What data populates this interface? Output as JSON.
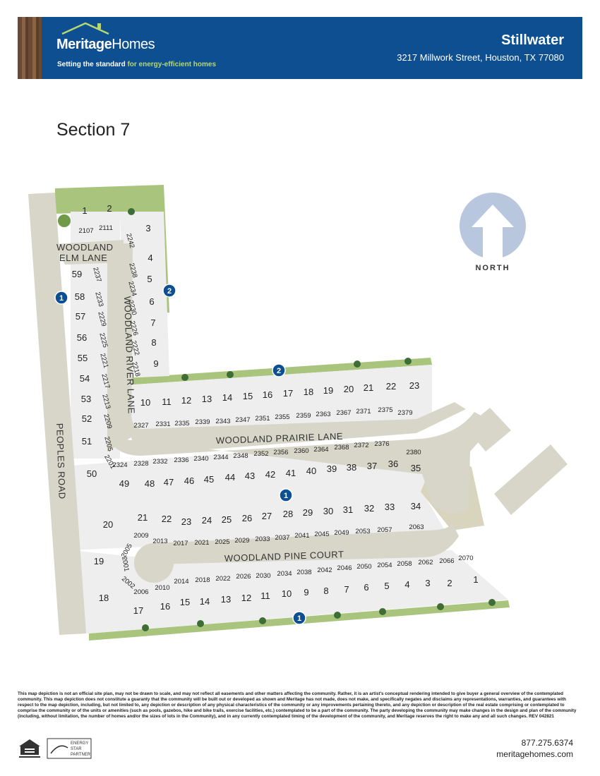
{
  "header": {
    "brand_primary": "Meritage",
    "brand_secondary": "Homes",
    "tagline_a": "Setting the standard ",
    "tagline_b": "for energy-efficient homes",
    "community_name": "Stillwater",
    "community_address": "3217 Millwork Street, Houston, TX 77080"
  },
  "page": {
    "section_title": "Section 7"
  },
  "map": {
    "north_label": "NORTH",
    "roads": [
      {
        "key": "peoples",
        "label": "PEOPLES ROAD"
      },
      {
        "key": "elm1",
        "label": "WOODLAND"
      },
      {
        "key": "elm2",
        "label": "ELM LANE"
      },
      {
        "key": "river",
        "label": "WOODLAND RIVER LANE"
      },
      {
        "key": "prairie",
        "label": "WOODLAND PRAIRIE LANE"
      },
      {
        "key": "pine",
        "label": "WOODLAND PINE COURT"
      }
    ],
    "markers": [
      "1",
      "2",
      "2",
      "1",
      "1"
    ],
    "colors": {
      "road": "#d7d6c8",
      "lot_fill": "#eeeeee",
      "lot_stroke": "#ffffff",
      "green": "#a9c47d",
      "amenity": "#d8d4bd",
      "marker": "#0d4f91",
      "north_icon": "#b8c7de"
    },
    "lots": [
      {
        "number": "1",
        "address": "2107"
      },
      {
        "number": "2",
        "address": "2111"
      },
      {
        "number": "3",
        "address": "2242"
      },
      {
        "number": "4",
        "address": "2238"
      },
      {
        "number": "5",
        "address": "2234"
      },
      {
        "number": "6",
        "address": "2230"
      },
      {
        "number": "7",
        "address": "2226"
      },
      {
        "number": "8",
        "address": "2222"
      },
      {
        "number": "9",
        "address": "2218"
      },
      {
        "number": "59",
        "address": "2237"
      },
      {
        "number": "58",
        "address": "2233"
      },
      {
        "number": "57",
        "address": "2229"
      },
      {
        "number": "56",
        "address": "2225"
      },
      {
        "number": "55",
        "address": "2221"
      },
      {
        "number": "54",
        "address": "2217"
      },
      {
        "number": "53",
        "address": "2213"
      },
      {
        "number": "52",
        "address": "2209"
      },
      {
        "number": "51",
        "address": "2205"
      },
      {
        "number": "50",
        "address": "2201"
      },
      {
        "number": "10",
        "address": "2327"
      },
      {
        "number": "11",
        "address": "2331"
      },
      {
        "number": "12",
        "address": "2335"
      },
      {
        "number": "13",
        "address": "2339"
      },
      {
        "number": "14",
        "address": "2343"
      },
      {
        "number": "15",
        "address": "2347"
      },
      {
        "number": "16",
        "address": "2351"
      },
      {
        "number": "17",
        "address": "2355"
      },
      {
        "number": "18",
        "address": "2359"
      },
      {
        "number": "19",
        "address": "2363"
      },
      {
        "number": "20",
        "address": "2367"
      },
      {
        "number": "21",
        "address": "2371"
      },
      {
        "number": "22",
        "address": "2375"
      },
      {
        "number": "23",
        "address": "2379"
      },
      {
        "number": "49",
        "address": "2324"
      },
      {
        "number": "48",
        "address": "2328"
      },
      {
        "number": "47",
        "address": "2332"
      },
      {
        "number": "46",
        "address": "2336"
      },
      {
        "number": "45",
        "address": "2340"
      },
      {
        "number": "44",
        "address": "2344"
      },
      {
        "number": "43",
        "address": "2348"
      },
      {
        "number": "42",
        "address": "2352"
      },
      {
        "number": "41",
        "address": "2356"
      },
      {
        "number": "40",
        "address": "2360"
      },
      {
        "number": "39",
        "address": "2364"
      },
      {
        "number": "38",
        "address": "2368"
      },
      {
        "number": "37",
        "address": "2372"
      },
      {
        "number": "36",
        "address": "2376"
      },
      {
        "number": "35",
        "address": "2380"
      },
      {
        "number": "20",
        "address": ""
      },
      {
        "number": "21",
        "address": "2009"
      },
      {
        "number": "22",
        "address": "2013"
      },
      {
        "number": "23",
        "address": "2017"
      },
      {
        "number": "24",
        "address": "2021"
      },
      {
        "number": "25",
        "address": "2025"
      },
      {
        "number": "26",
        "address": "2029"
      },
      {
        "number": "27",
        "address": "2033"
      },
      {
        "number": "28",
        "address": "2037"
      },
      {
        "number": "29",
        "address": "2041"
      },
      {
        "number": "30",
        "address": "2045"
      },
      {
        "number": "31",
        "address": "2049"
      },
      {
        "number": "32",
        "address": "2053"
      },
      {
        "number": "33",
        "address": "2057"
      },
      {
        "number": "34",
        "address": "2063"
      },
      {
        "number": "19",
        "address": "2005"
      },
      {
        "number": "18",
        "address": "2001"
      },
      {
        "number": "17",
        "address": "2002"
      },
      {
        "number": "16",
        "address": "2006"
      },
      {
        "number": "15",
        "address": "2010"
      },
      {
        "number": "14",
        "address": "2014"
      },
      {
        "number": "13",
        "address": "2018"
      },
      {
        "number": "12",
        "address": "2022"
      },
      {
        "number": "11",
        "address": "2026"
      },
      {
        "number": "10",
        "address": "2030"
      },
      {
        "number": "9",
        "address": "2034"
      },
      {
        "number": "8",
        "address": "2038"
      },
      {
        "number": "7",
        "address": "2042"
      },
      {
        "number": "6",
        "address": "2046"
      },
      {
        "number": "5",
        "address": "2050"
      },
      {
        "number": "4",
        "address": "2054"
      },
      {
        "number": "3",
        "address": "2058"
      },
      {
        "number": "2",
        "address": "2062"
      },
      {
        "number": "1",
        "address": "2066"
      },
      {
        "number": "",
        "address": "2070"
      }
    ]
  },
  "footer": {
    "disclaimer": "This map depiction is not an official site plan, may not be drawn to scale, and may not reflect all easements and other matters affecting the community. Rather, it is an artist's conceptual rendering intended to give buyer a general overview of the contemplated community. This map depiction does not constitute a guaranty that the community will be built out or developed as shown and Meritage has not made, does not make, and specifically negates and disclaims any representations, warranties, and guarantees with respect to the map depiction, including, but not limited to, any depiction or description of any physical characteristics of the community or any improvements pertaining thereto, and any depiction or description of the real estate comprising or contemplated to comprise the community or of the units or amenities (such as pools, gazebos, hike and bike trails, exercise facilities, etc.) contemplated to be a part of the community. The party developing the community may make changes in the design and plan of the community (including, without limitation, the number of homes and/or the sizes of lots in the Community), and in any currently contemplated timing of the development of the community, and Meritage reserves the right to make any and all such changes. REV 042821",
    "phone": "877.275.6374",
    "website": "meritagehomes.com",
    "energy_star_1": "ENERGY",
    "energy_star_2": "STAR",
    "energy_star_3": "PARTNER"
  }
}
